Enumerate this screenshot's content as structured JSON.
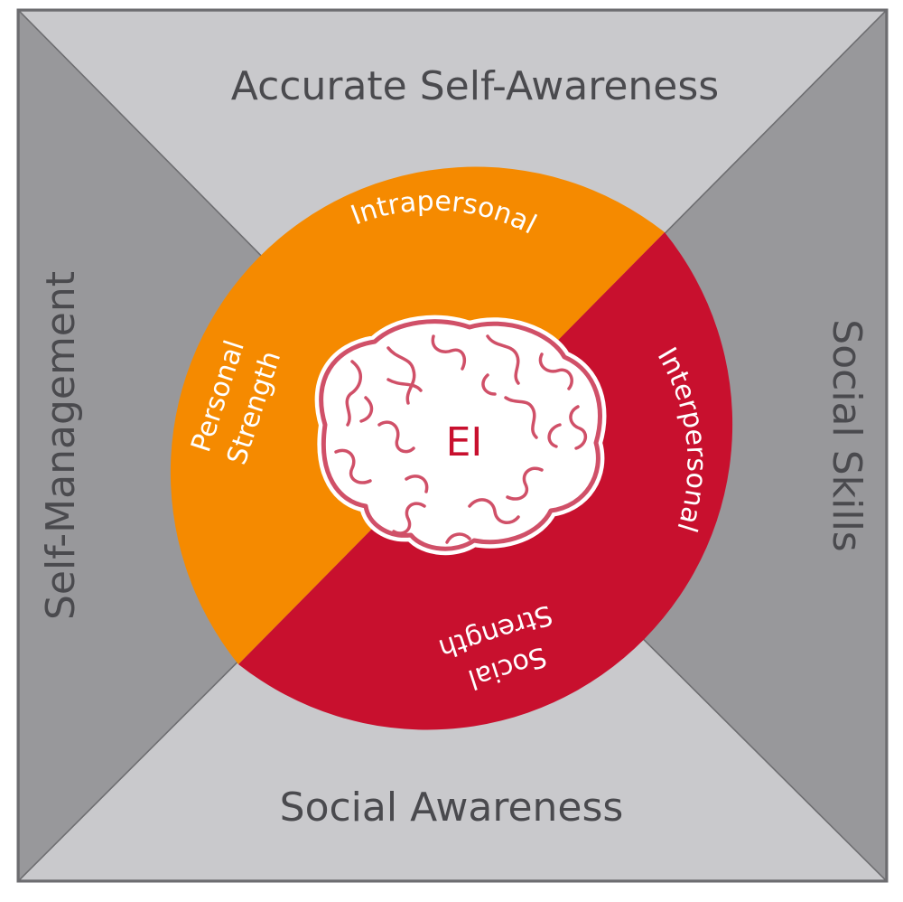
{
  "quadrants": {
    "top": "Accurate Self-Awareness",
    "left": "Self-Management",
    "right": "Social Skills",
    "bottom": "Social Awareness"
  },
  "circle": {
    "intrapersonal": "Intrapersonal",
    "interpersonal": "Interpersonal",
    "personal_strength": [
      "Personal",
      "Strength"
    ],
    "social_strength": [
      "Social",
      "Strength"
    ],
    "center": "EI",
    "center_icon": "brain-icon"
  },
  "colors": {
    "frame": "#6d6d70",
    "top_bottom_triangles": "#c9c9cc",
    "side_triangles": "#98989b",
    "orange_half": "#f58a00",
    "red_half": "#c8102e",
    "brain_outline": "#d05068"
  }
}
